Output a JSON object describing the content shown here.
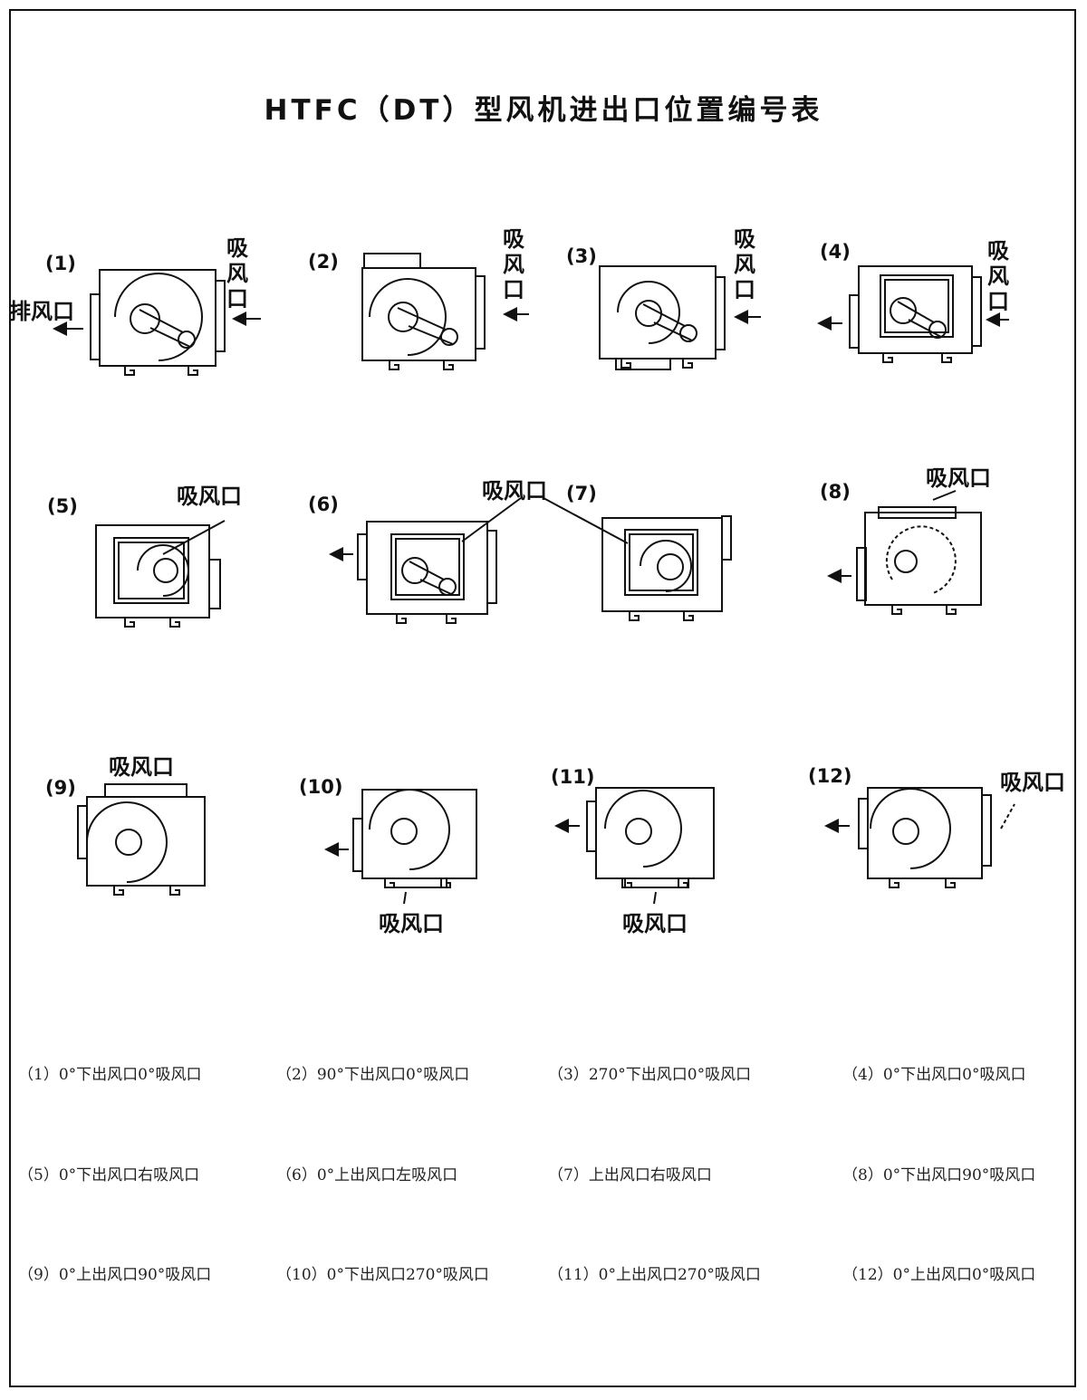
{
  "title": "HTFC（DT）型风机进出口位置编号表",
  "diagram": {
    "numbers": [
      "(1)",
      "(2)",
      "(3)",
      "(4)",
      "(5)",
      "(6)",
      "(7)",
      "(8)",
      "(9)",
      "(10)",
      "(11)",
      "(12)"
    ],
    "intake_label": "吸风口",
    "intake_vertical": [
      "吸",
      "风",
      "口"
    ],
    "exhaust_label": "排风口"
  },
  "captions": [
    "（1）0°下出风口0°吸风口",
    "（2）90°下出风口0°吸风口",
    "（3）270°下出风口0°吸风口",
    "（4）0°下出风口0°吸风口",
    "（5）0°下出风口右吸风口",
    "（6）0°上出风口左吸风口",
    "（7）上出风口右吸风口",
    "（8）0°下出风口90°吸风口",
    "（9）0°上出风口90°吸风口",
    "（10）0°下出风口270°吸风口",
    "（11）0°上出风口270°吸风口",
    "（12）0°上出风口0°吸风口"
  ]
}
